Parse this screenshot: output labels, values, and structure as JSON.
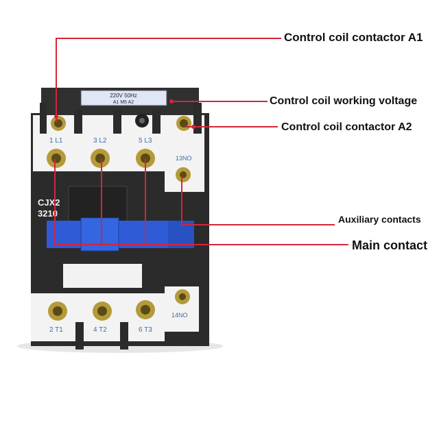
{
  "labels": {
    "coil_a1": "Control coil contactor A1",
    "coil_voltage": "Control coil working voltage",
    "coil_a2": "Control coil contactor A2",
    "auxiliary": "Auxiliary contacts",
    "main": "Main contact"
  },
  "device": {
    "model_line1": "CJX2",
    "model_line2": "3210",
    "coil_plate": "220V 50Hz",
    "coil_terminals": "A1  M5  A2",
    "top_terminals": [
      "1 L1",
      "3 L2",
      "5 L3"
    ],
    "bottom_terminals": [
      "2 T1",
      "4 T2",
      "6 T3"
    ],
    "aux_top": "13NO",
    "aux_bottom": "14NO"
  },
  "colors": {
    "callout_line": "#d6243a",
    "housing_dark": "#2b2b2b",
    "housing_light": "#f3f3f3",
    "window_blue": "#2f5bd6",
    "screw_brass": "#b59a3a"
  }
}
